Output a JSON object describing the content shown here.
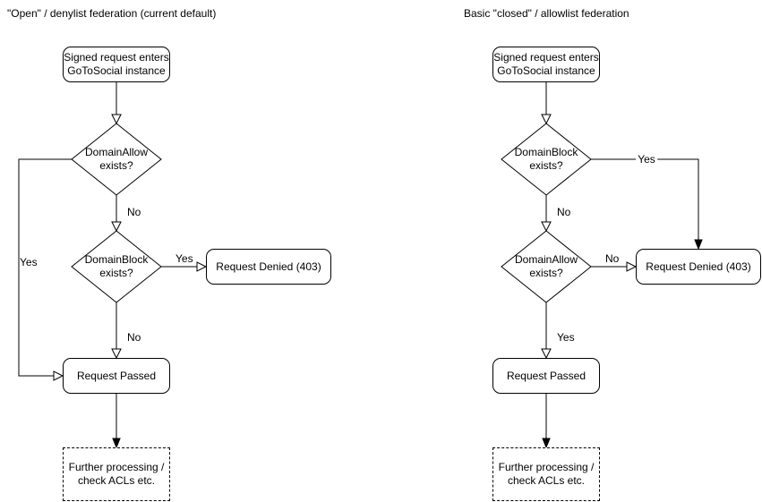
{
  "style": {
    "stroke": "#000000",
    "node_fill": "#ffffff",
    "text_color": "#000000",
    "background": "#ffffff"
  },
  "left": {
    "title": "\"Open\" / denylist federation (current default)",
    "nodes": {
      "start": "Signed request enters\nGoToSocial instance",
      "decision1": "DomainAllow\nexists?",
      "decision2": "DomainBlock\nexists?",
      "denied": "Request Denied (403)",
      "passed": "Request Passed",
      "further": "Further processing /\ncheck ACLs etc."
    },
    "edge_labels": {
      "decision1_yes": "Yes",
      "decision1_no": "No",
      "decision2_yes": "Yes",
      "decision2_no": "No"
    }
  },
  "right": {
    "title": "Basic \"closed\" / allowlist federation",
    "nodes": {
      "start": "Signed request enters\nGoToSocial instance",
      "decision1": "DomainBlock\nexists?",
      "decision2": "DomainAllow\nexists?",
      "denied": "Request Denied (403)",
      "passed": "Request Passed",
      "further": "Further processing /\ncheck ACLs etc."
    },
    "edge_labels": {
      "decision1_yes": "Yes",
      "decision1_no": "No",
      "decision2_no": "No",
      "decision2_yes": "Yes"
    }
  }
}
